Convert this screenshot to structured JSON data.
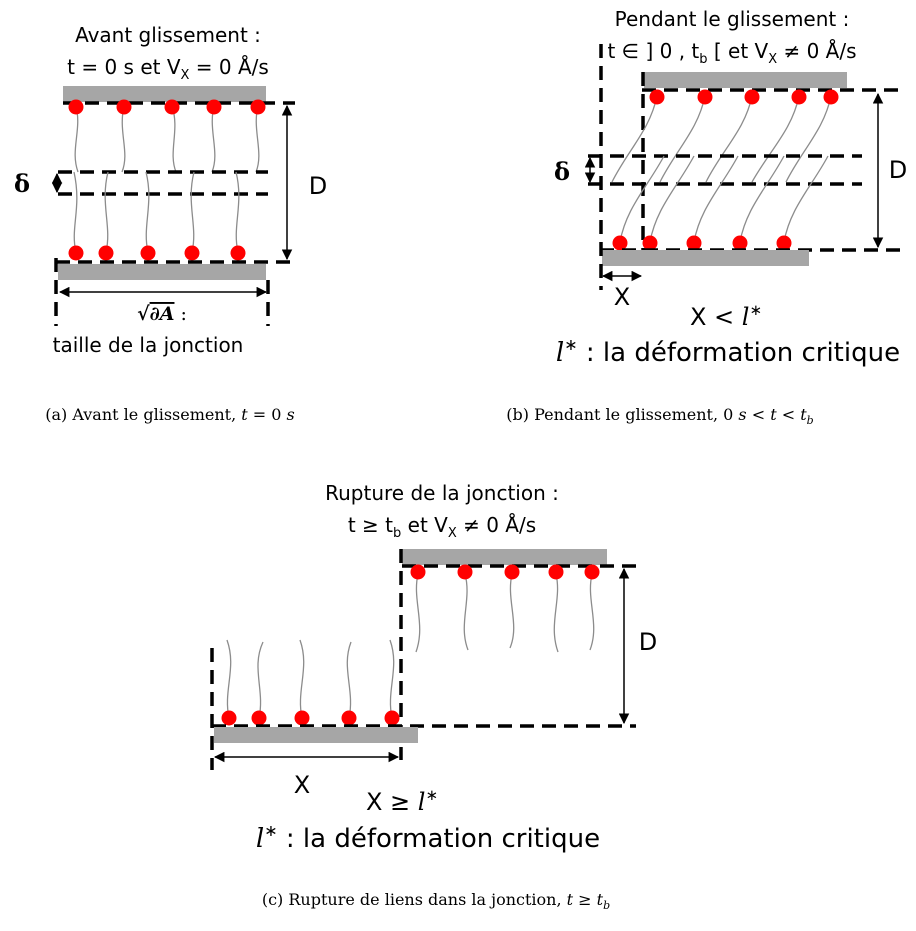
{
  "panel_a": {
    "title_line1": "Avant glissement :",
    "title_line2_pre": "t = 0 s et V",
    "title_line2_sub": "X",
    "title_line2_post": " = 0 Å/s",
    "delta": "δ",
    "distance": "D",
    "sqrt_symbol": "√",
    "junction_symbol": "∂A",
    "junction_colon": " :",
    "junction_desc": "taille de la jonction",
    "caption": "(a) Avant le glissement, t = 0 s"
  },
  "panel_b": {
    "title_line1": "Pendant le glissement :",
    "title_line2_pre": "t ∈ ] 0 , t",
    "title_line2_sub1": "b",
    "title_line2_mid": " [ et V",
    "title_line2_sub2": "X",
    "title_line2_post": " ≠ 0 Å/s",
    "delta": "δ",
    "distance": "D",
    "shift": "X",
    "condition": "X < l*",
    "critical": "l* : la déformation critique",
    "caption": "(b) Pendant le glissement, 0 s < t < t_b"
  },
  "panel_c": {
    "title_line1": "Rupture de la jonction :",
    "title_line2_pre": "t ≥ t",
    "title_line2_sub1": "b",
    "title_line2_mid": " et V",
    "title_line2_sub2": "X",
    "title_line2_post": " ≠ 0 Å/s",
    "distance": "D",
    "shift": "X",
    "condition": "X ≥ l*",
    "critical": "l* : la déformation critique",
    "caption": "(c) Rupture de liens dans la jonction, t ≥ t_b"
  },
  "colors": {
    "bead": "#ff0000",
    "plate": "#a6a6a6",
    "chain": "#8c8c8c"
  }
}
